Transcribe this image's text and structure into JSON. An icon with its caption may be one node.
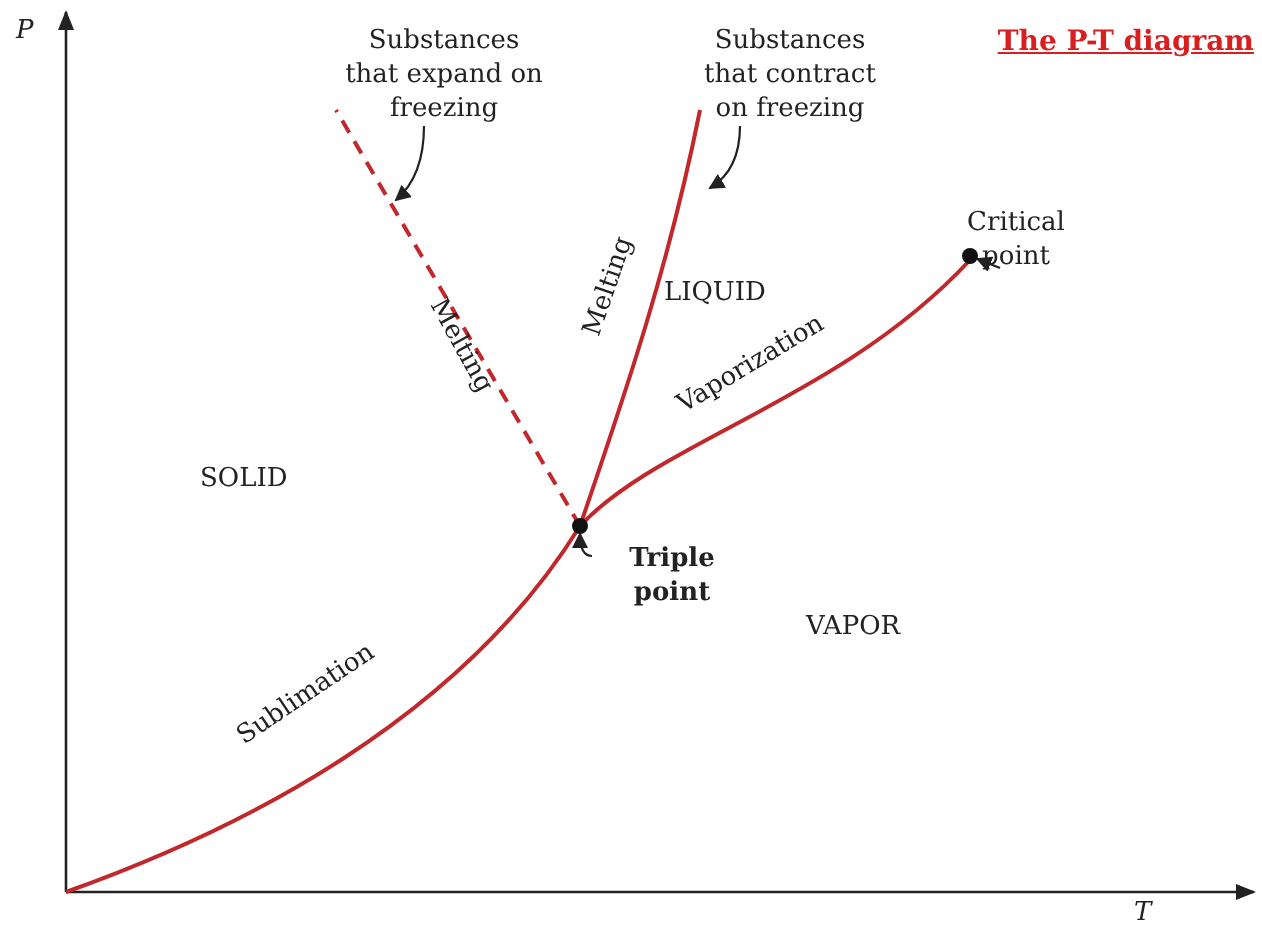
{
  "diagram": {
    "title": "The P-T diagram",
    "nodes": [
      {
        "text": [
          "Substances that expand on freezing"
        ]
      },
      {
        "text": [
          "Substances that contract on freezing"
        ]
      },
      {
        "text": [
          "Critical point"
        ]
      },
      {
        "text": [
          "Triple point"
        ]
      },
      {
        "text": [],
        "shape": "circle"
      },
      {
        "text": [],
        "shape": "circle"
      },
      {
        "text": [],
        "shape": "line"
      },
      {
        "text": [],
        "shape": "line"
      },
      {
        "text": [],
        "shape": "line"
      },
      {
        "text": [],
        "shape": "line"
      }
    ],
    "edges": [
      {
        "from": 0,
        "to": 7,
        "arrow": "to"
      },
      {
        "from": 1,
        "to": 8,
        "arrow": "to"
      },
      {
        "from": 2,
        "to": 4,
        "arrow": "to"
      },
      {
        "from": 3,
        "to": 5,
        "arrow": "to"
      }
    ],
    "labels": [
      "P",
      "T",
      "SOLID",
      "LIQUID",
      "VAPOR",
      "Melting",
      "Melting",
      "Vaporization",
      "Sublimation"
    ]
  }
}
